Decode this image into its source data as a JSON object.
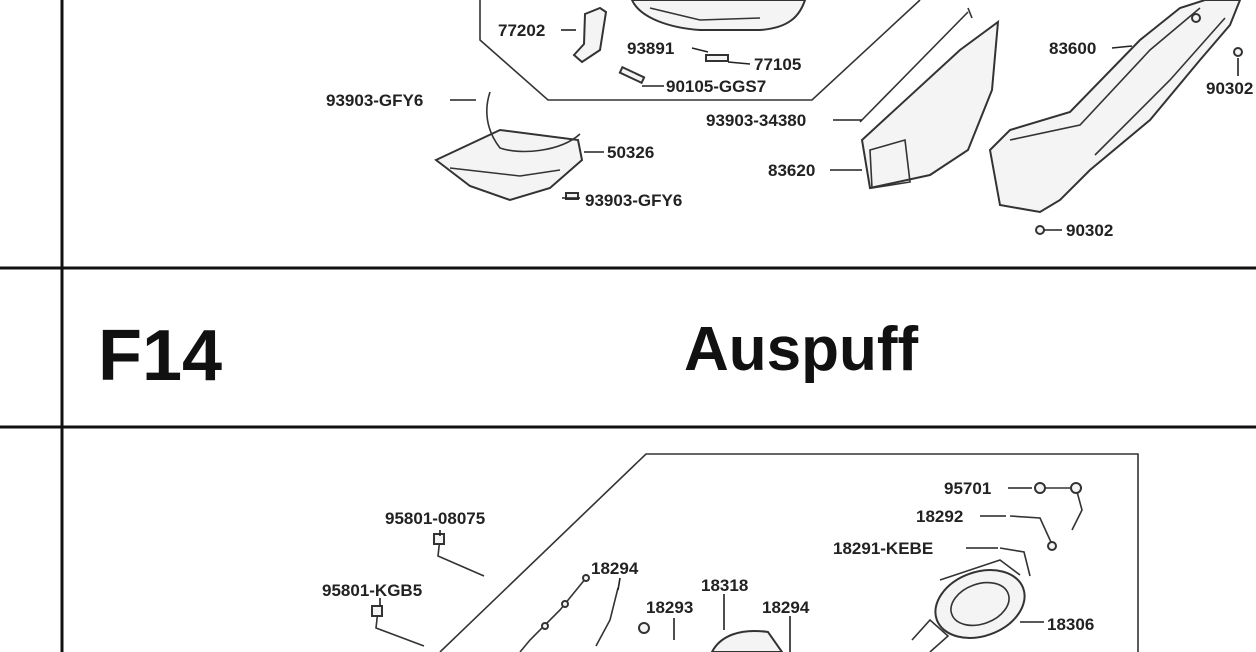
{
  "section": {
    "code": "F14",
    "title": "Auspuff"
  },
  "top_parts": [
    {
      "id": "t1",
      "label": "77202"
    },
    {
      "id": "t2",
      "label": "93891"
    },
    {
      "id": "t3",
      "label": "77105"
    },
    {
      "id": "t4",
      "label": "90105-GGS7"
    },
    {
      "id": "t5",
      "label": "93903-GFY6"
    },
    {
      "id": "t6",
      "label": "50326"
    },
    {
      "id": "t7",
      "label": "93903-GFY6"
    },
    {
      "id": "t8",
      "label": "93903-34380"
    },
    {
      "id": "t9",
      "label": "83620"
    },
    {
      "id": "t10",
      "label": "83600"
    },
    {
      "id": "t11",
      "label": "90302"
    },
    {
      "id": "t12",
      "label": "90302"
    }
  ],
  "bottom_parts": [
    {
      "id": "b1",
      "label": "95701"
    },
    {
      "id": "b2",
      "label": "18292"
    },
    {
      "id": "b3",
      "label": "18291-KEBE"
    },
    {
      "id": "b4",
      "label": "95801-08075"
    },
    {
      "id": "b5",
      "label": "18294"
    },
    {
      "id": "b6",
      "label": "18318"
    },
    {
      "id": "b7",
      "label": "18293"
    },
    {
      "id": "b8",
      "label": "18294"
    },
    {
      "id": "b9",
      "label": "95801-KGB5"
    },
    {
      "id": "b10",
      "label": "18306"
    }
  ]
}
